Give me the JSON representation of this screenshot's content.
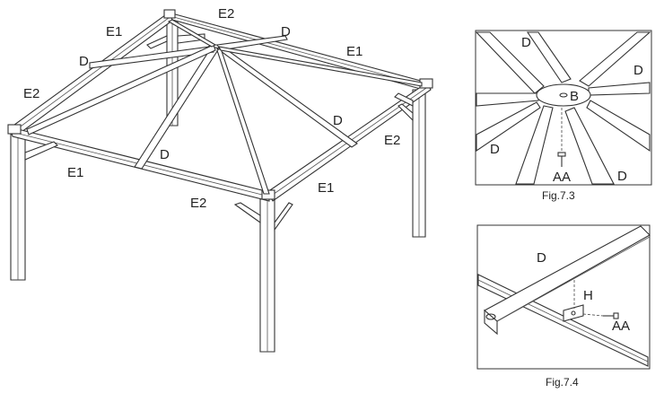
{
  "main_view": {
    "labels": {
      "e2_top": "E2",
      "e1_top_left": "E1",
      "d_top_right": "D",
      "d_left": "D",
      "e1_top_right": "E1",
      "e2_left": "E2",
      "d_right": "D",
      "e2_right": "E2",
      "d_front": "D",
      "e1_front_left": "E1",
      "e1_front_right": "E1",
      "e2_front": "E2"
    }
  },
  "fig_7_3": {
    "caption": "Fig.7.3",
    "labels": {
      "d_top_left": "D",
      "d_top_right": "D",
      "b": "B",
      "d_bottom_left": "D",
      "aa": "AA",
      "d_bottom_right": "D"
    }
  },
  "fig_7_4": {
    "caption": "Fig.7.4",
    "labels": {
      "d": "D",
      "h": "H",
      "aa": "AA"
    }
  }
}
